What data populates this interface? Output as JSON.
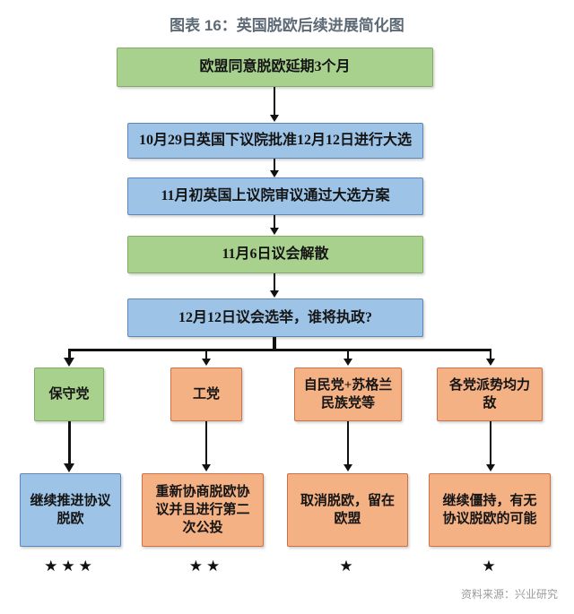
{
  "title": "图表 16：英国脱欧后续进展简化图",
  "flow": {
    "step1": "欧盟同意脱欧延期3个月",
    "step2": "10月29日英国下议院批准12月12日进行大选",
    "step3": "11月初英国上议院审议通过大选方案",
    "step4": "11月6日议会解散",
    "step5": "12月12日议会选举，谁将执政?"
  },
  "branches": [
    {
      "party": "保守党",
      "outcome": "继续推进协议脱欧",
      "stars": "★★★"
    },
    {
      "party": "工党",
      "outcome": "重新协商脱欧协议并且进行第二次公投",
      "stars": "★★"
    },
    {
      "party": "自民党+苏格兰民族党等",
      "outcome": "取消脱欧，留在欧盟",
      "stars": "★"
    },
    {
      "party": "各党派势均力敌",
      "outcome": "继续僵持，有无协议脱欧的可能",
      "stars": "★"
    }
  ],
  "source": "资料来源：兴业研究",
  "colors": {
    "title": "#5d6a75",
    "green_fill": "#a9d18e",
    "green_border": "#82ae63",
    "blue_fill": "#9dc3e6",
    "blue_border": "#5e87b8",
    "orange_fill": "#f4b183",
    "orange_border": "#cc7048",
    "arrow": "#111111",
    "source_text": "#9b9b9b"
  }
}
